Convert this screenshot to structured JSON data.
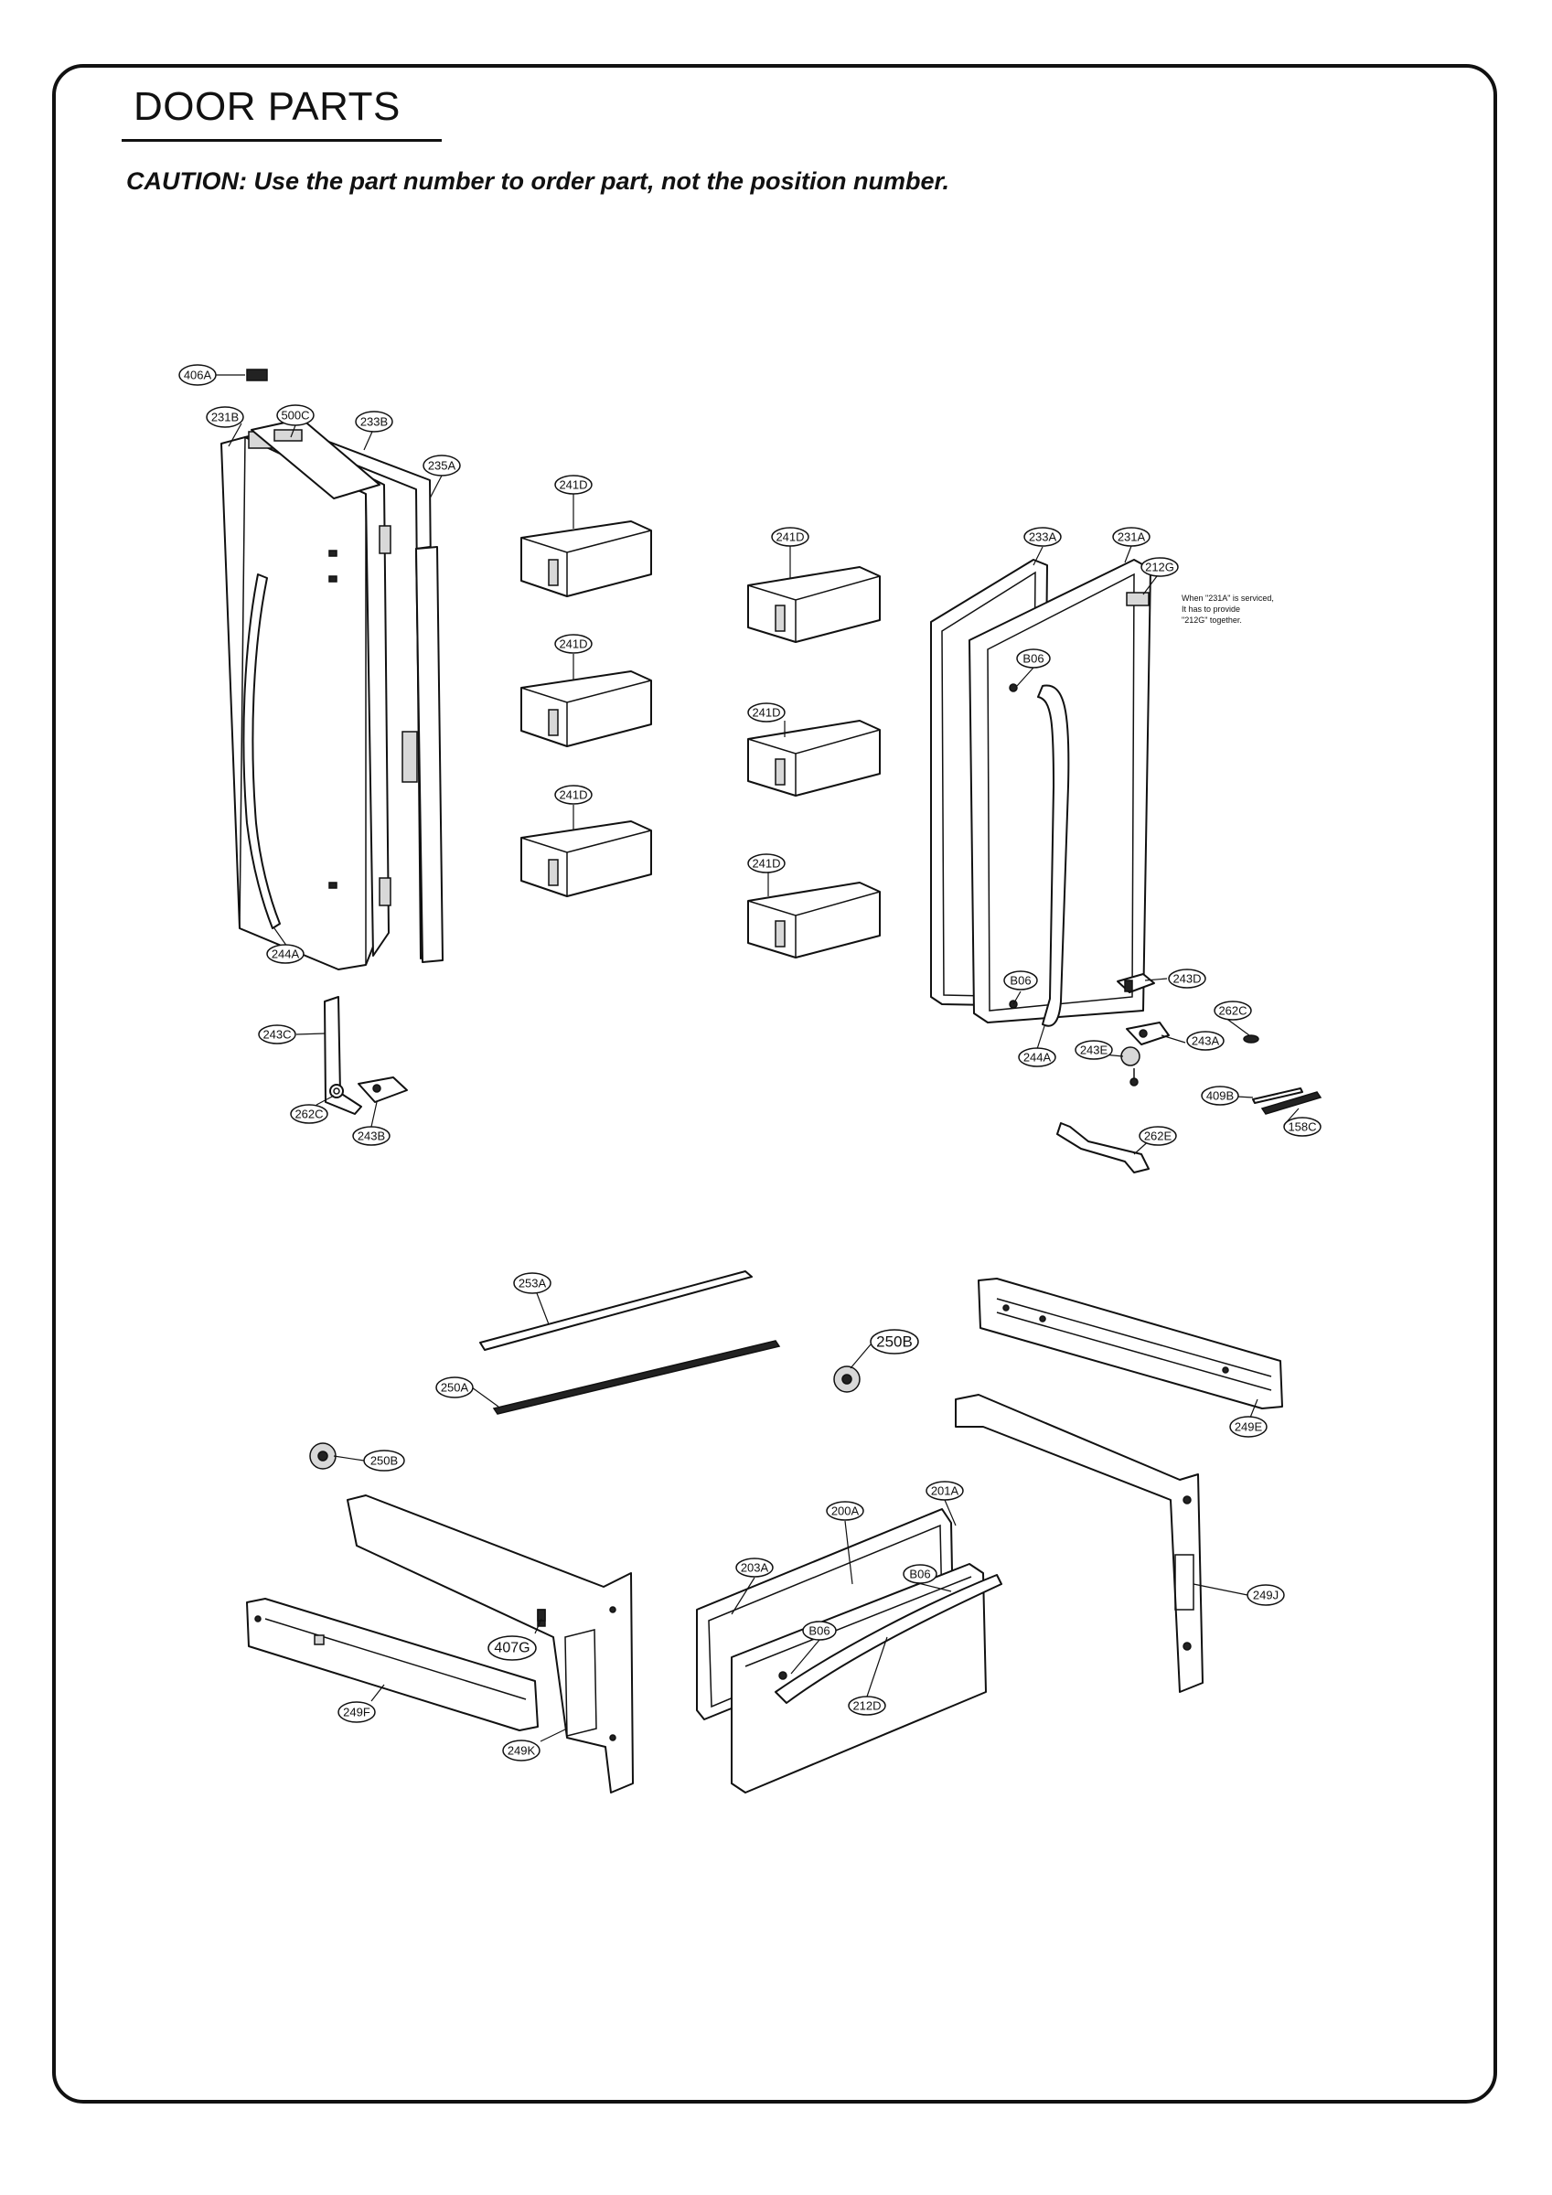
{
  "header": {
    "title": "DOOR PARTS",
    "caution": "CAUTION: Use the part number to order part, not the position number."
  },
  "note": {
    "line1": "When \"231A\" is serviced,",
    "line2": "It has to provide",
    "line3": "\"212G\" together."
  },
  "callouts": {
    "c406A": "406A",
    "c231B": "231B",
    "c500C": "500C",
    "c233B": "233B",
    "c235A": "235A",
    "c241D_1": "241D",
    "c241D_2": "241D",
    "c241D_3": "241D",
    "c241D_4": "241D",
    "c241D_5": "241D",
    "c241D_6": "241D",
    "c233A": "233A",
    "c231A": "231A",
    "c212G": "212G",
    "cB06_1": "B06",
    "cB06_2": "B06",
    "c244A_left": "244A",
    "c244A_right": "244A",
    "c243C": "243C",
    "c262C_left": "262C",
    "c243B": "243B",
    "c243D": "243D",
    "c262C_right": "262C",
    "c243A": "243A",
    "c243E": "243E",
    "c409B": "409B",
    "c158C": "158C",
    "c262E": "262E",
    "c253A": "253A",
    "c250A": "250A",
    "c250B_top": "250B",
    "c250B_left": "250B",
    "c249E": "249E",
    "c249J": "249J",
    "c201A": "201A",
    "c200A": "200A",
    "c203A": "203A",
    "cB06_3": "B06",
    "cB06_4": "B06",
    "c212D": "212D",
    "c407G": "407G",
    "c249F": "249F",
    "c249K": "249K"
  }
}
